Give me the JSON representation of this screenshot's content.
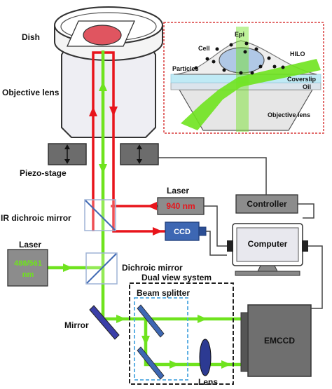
{
  "labels": {
    "dish": "Dish",
    "objective": "Objective lens",
    "piezo": "Piezo-stage",
    "laser_top": "Laser",
    "laser_940": "940 nm",
    "controller": "Controller",
    "ir_dichroic": "IR dichroic mirror",
    "ccd": "CCD",
    "computer": "Computer",
    "laser_left": "Laser",
    "laser_488_line1": "488/561",
    "laser_488_line2": "nm",
    "dichroic": "Dichroic mirror",
    "dual_view": "Dual view system",
    "beam_splitter": "Beam splitter",
    "mirror": "Mirror",
    "lens": "Lens",
    "emccd": "EMCCD"
  },
  "inset": {
    "epi": "Epi",
    "cell": "Cell",
    "particles": "Particles",
    "hilo": "HILO",
    "coverslip": "Coverslip",
    "oil": "Oil",
    "objective": "Objective lens"
  },
  "colors": {
    "green_beam": "#6fe31e",
    "red_beam": "#e8141b",
    "laser_940_text": "#e8141b",
    "laser_488_text": "#6fe31e",
    "dish_sample": "#e05560",
    "inset_border": "#d93a3a",
    "grey_box": "#8c8c8c",
    "ccd_box": "#3d67b3",
    "emccd_box": "#6f6f6f"
  }
}
